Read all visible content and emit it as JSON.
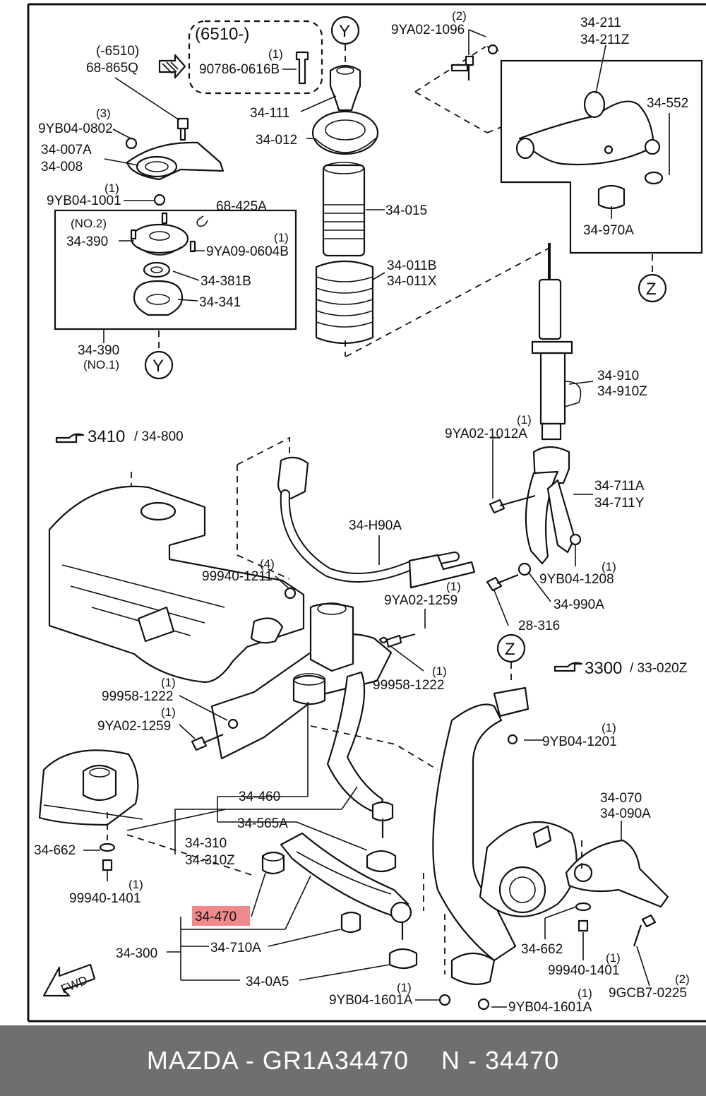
{
  "labels": {
    "l_6510": "(-6510)",
    "l_68865q": "68-865Q",
    "l_6510b": "(6510-)",
    "l_q90786": "(1)",
    "l_90786": "90786-0616B",
    "l_q9yb0802": "(3)",
    "l_9yb0802": "9YB04-0802",
    "l_34007a": "34-007A",
    "l_34008": "34-008",
    "l_q9yb1001": "(1)",
    "l_9yb1001": "9YB04-1001",
    "l_68425a": "68-425A",
    "l_no2": "(NO.2)",
    "l_34390a": "34-390",
    "l_q9ya0604": "(1)",
    "l_9ya0604": "9YA09-0604B",
    "l_34381b": "34-381B",
    "l_34341": "34-341",
    "l_34390b": "34-390",
    "l_no1": "(NO.1)",
    "l_y1": "Y",
    "l_y2": "Y",
    "l_34111": "34-111",
    "l_34012": "34-012",
    "l_34015": "34-015",
    "l_34011b": "34-011B",
    "l_34011x": "34-011X",
    "l_q9ya1096": "(2)",
    "l_9ya1096": "9YA02-1096",
    "l_34211": "34-211",
    "l_34211z": "34-211Z",
    "l_34552": "34-552",
    "l_34970a": "34-970A",
    "l_z1": "Z",
    "l_34910": "34-910",
    "l_34910z": "34-910Z",
    "l_q9ya1012": "(1)",
    "l_9ya1012": "9YA02-1012A",
    "l_ref3410": "3410",
    "l_ref34800": "/ 34-800",
    "l_34711a": "34-711A",
    "l_34711y": "34-711Y",
    "l_34h90a": "34-H90A",
    "l_q99940_1211": "(4)",
    "l_99940_1211": "99940-1211",
    "l_q9yb1208": "(1)",
    "l_9yb1208": "9YB04-1208",
    "l_q9ya1259a": "(1)",
    "l_9ya1259a": "9YA02-1259",
    "l_34990a": "34-990A",
    "l_28316": "28-316",
    "l_z2": "Z",
    "l_q99958a": "(1)",
    "l_99958a": "99958-1222",
    "l_ref3300": "3300",
    "l_ref33020z": "/ 33-020Z",
    "l_q99958b": "(1)",
    "l_99958b": "99958-1222",
    "l_q9ya1259b": "(1)",
    "l_9ya1259b": "9YA02-1259",
    "l_q9yb1201": "(1)",
    "l_9yb1201": "9YB04-1201",
    "l_34460": "34-460",
    "l_34565a": "34-565A",
    "l_34070": "34-070",
    "l_34090a": "34-090A",
    "l_34662a": "34-662",
    "l_34310": "34-310",
    "l_34310z": "34-310Z",
    "l_q99940_1401a": "(1)",
    "l_99940_1401a": "99940-1401",
    "l_34470": "34-470",
    "l_34300": "34-300",
    "l_34710a": "34-710A",
    "l_340a5": "34-0A5",
    "l_34662b": "34-662",
    "l_q99940_1401b": "(1)",
    "l_99940_1401b": "99940-1401",
    "l_q9yb1601a": "(1)",
    "l_9yb1601a": "9YB04-1601A",
    "l_q9yb1601b": "(1)",
    "l_9yb1601b": "9YB04-1601A",
    "l_q9gcb7": "(2)",
    "l_9gcb7": "9GCB7-0225",
    "l_fwd": "FWD"
  },
  "highlight_color": "#f08a8a",
  "footer": {
    "brand_part": "MAZDA - GR1A34470",
    "short_part": "N - 34470"
  }
}
